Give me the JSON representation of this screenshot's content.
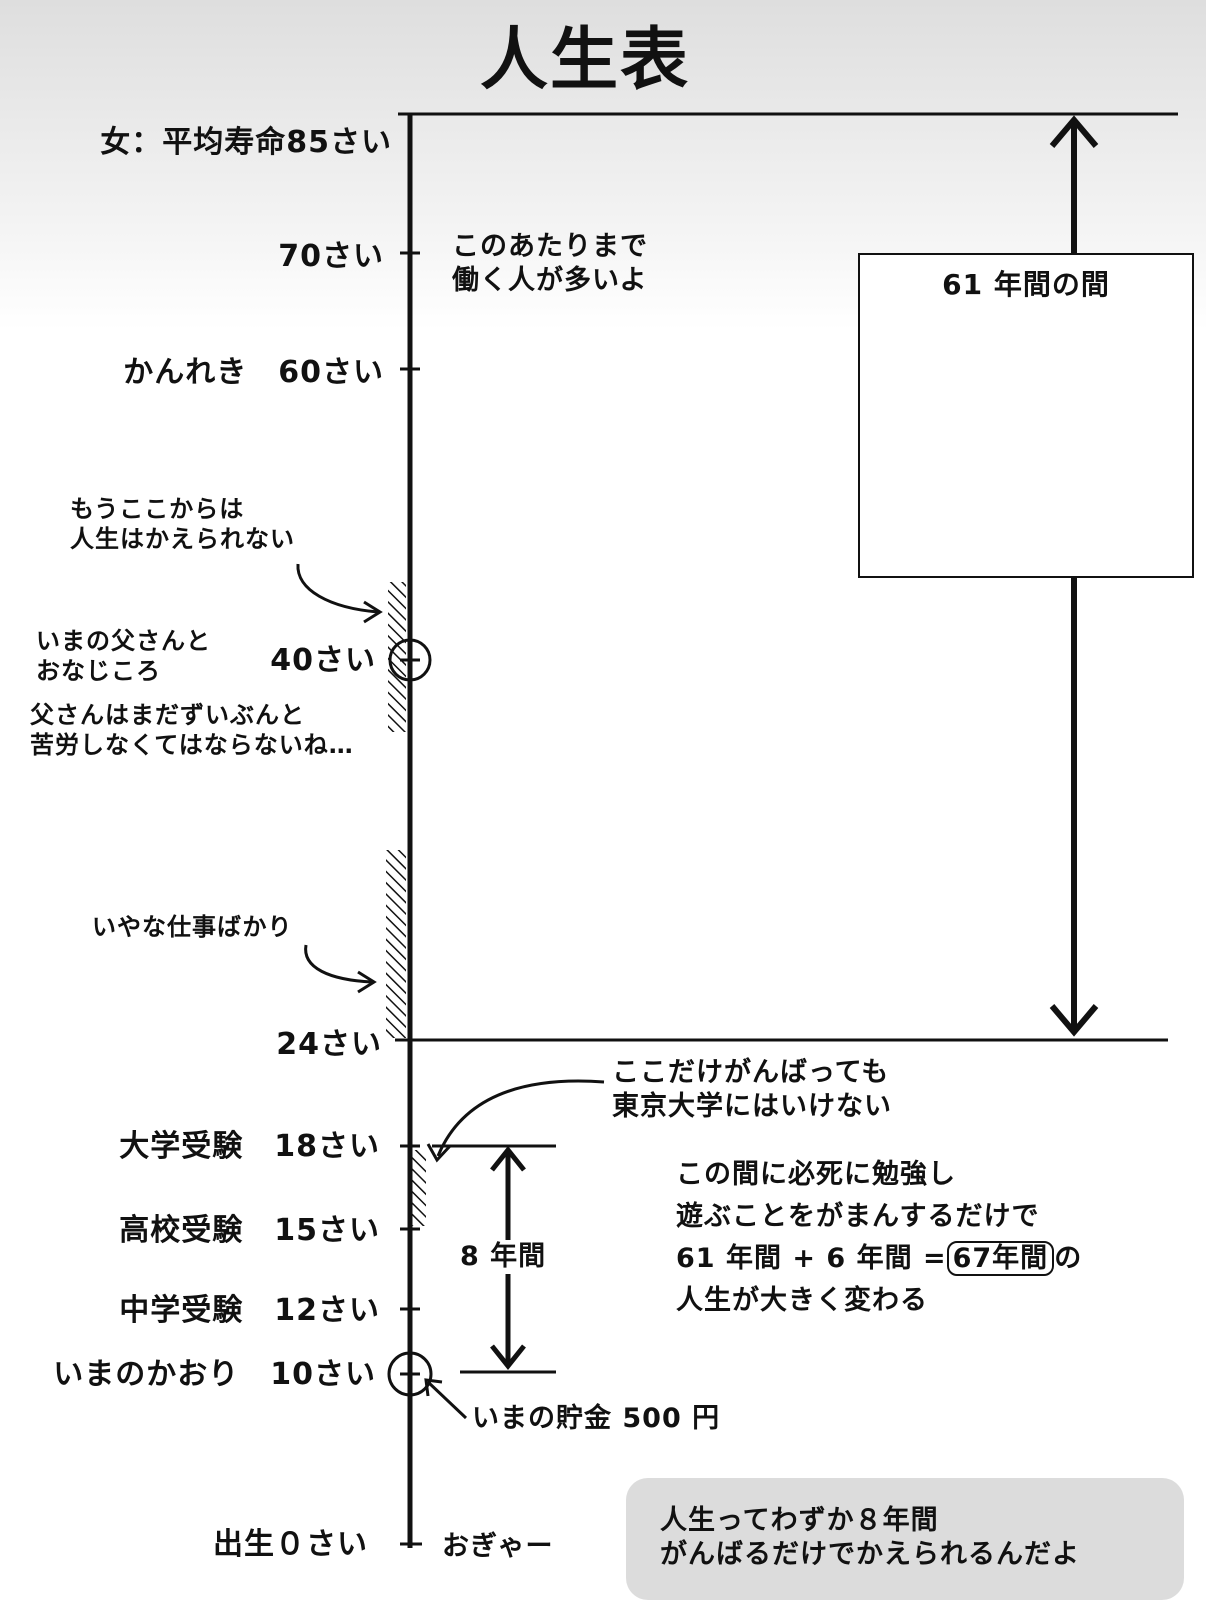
{
  "title": "人生表",
  "ages": {
    "female_avg": "女：平均寿命85さい",
    "age70": "70さい",
    "age60": "かんれき　60さい",
    "age40": "40さい",
    "age24": "24さい",
    "age18": "大学受験　18さい",
    "age15": "高校受験　15さい",
    "age12": "中学受験　12さい",
    "age10": "いまのかおり　10さい",
    "age0": "出生０さい"
  },
  "notes": {
    "work_until": "このあたりまで\n働く人が多いよ",
    "cannot_change": "もうここからは\n人生はかえられない",
    "father_now": "いまの父さんと\nおなじころ",
    "father_hardship": "父さんはまだずいぶんと\n苦労しなくてはならないね…",
    "bad_jobs": "いやな仕事ばかり",
    "only_here": "ここだけがんばっても\n東京大学にはいけない",
    "study_line1": "この間に必死に勉強し",
    "study_line2": "遊ぶことをがまんするだけで",
    "study_line3_pre": "61 年間 + 6 年間 =",
    "study_line3_hl": "67年間",
    "study_line3_post": "の",
    "study_line4": "人生が大きく変わる",
    "eight_years": "8 年間",
    "savings": "いまの貯金 500 円",
    "birth_cry": "おぎゃー",
    "box_label": "61 年間の間",
    "bottom_message": "人生ってわずか８年間\nがんばるだけでかえられるんだよ"
  },
  "colors": {
    "ink": "#111111",
    "message_bg": "#dcdcdc"
  }
}
